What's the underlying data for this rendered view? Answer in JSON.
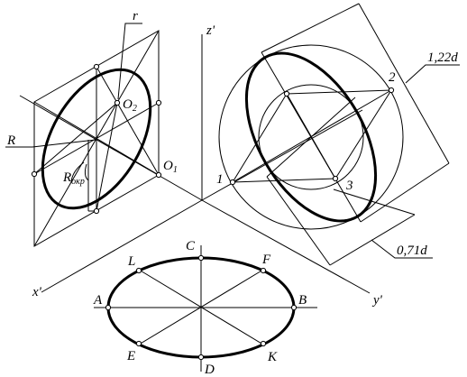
{
  "axes": {
    "z": "z'",
    "x": "x'",
    "y": "y'"
  },
  "left_view": {
    "r": "r",
    "R": "R",
    "R_okr": "R",
    "R_okr_sub": "окр",
    "O1": "O",
    "O1_sub": "1",
    "O2": "O",
    "O2_sub": "2"
  },
  "right_view": {
    "p1": "1",
    "p2": "2",
    "p3": "3",
    "dim_major": "1,22d",
    "dim_minor": "0,71d"
  },
  "bottom_view": {
    "A": "A",
    "B": "B",
    "C": "C",
    "D": "D",
    "E": "E",
    "F": "F",
    "K": "K",
    "L": "L"
  }
}
